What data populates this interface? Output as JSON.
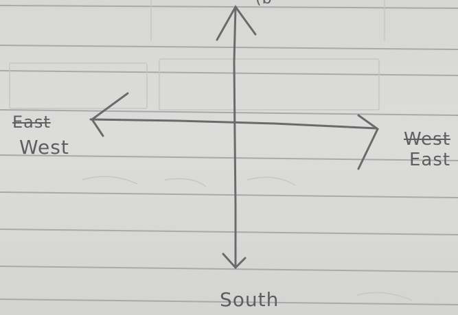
{
  "labels": {
    "left_struck": "East",
    "left_corrected": "West",
    "right_struck": "West",
    "right_corrected": "East",
    "bottom": "South",
    "top_partial": "(b"
  },
  "colors": {
    "paper": "#d9d9d7",
    "ruled_line": "#a8a8a8",
    "pencil": "#5e5e5e"
  },
  "icons": {
    "up_arrow": "arrow-up-icon",
    "down_arrow": "arrow-down-icon",
    "left_arrow": "arrow-left-icon",
    "right_arrow": "arrow-right-icon"
  }
}
